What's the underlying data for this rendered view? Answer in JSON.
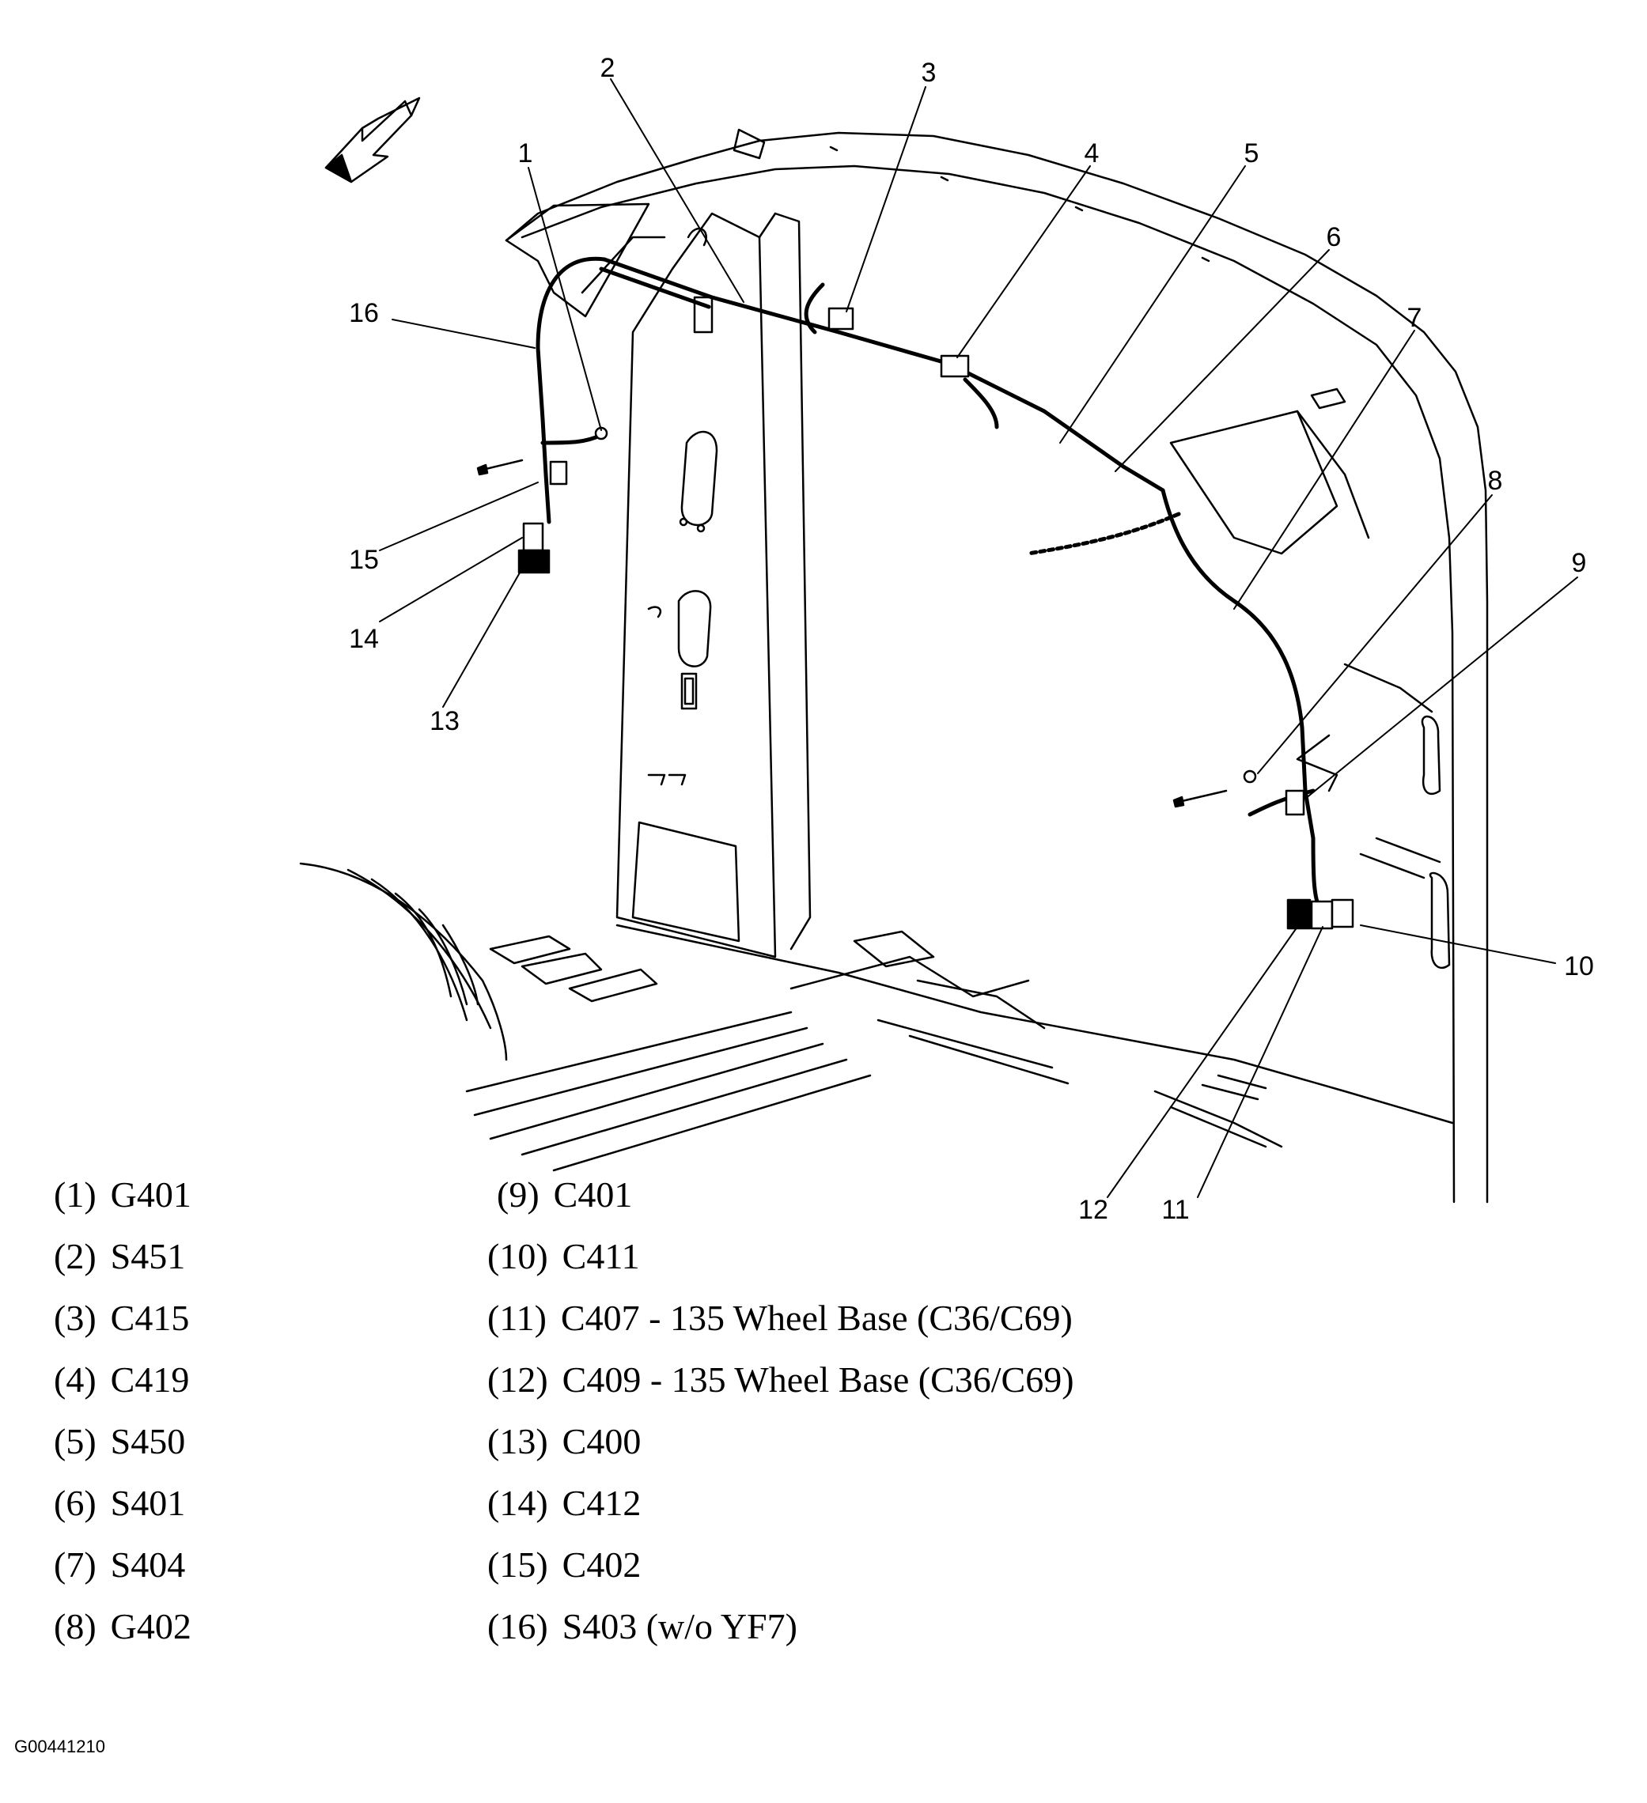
{
  "callouts": [
    "1",
    "2",
    "3",
    "4",
    "5",
    "6",
    "7",
    "8",
    "9",
    "10",
    "11",
    "12",
    "13",
    "14",
    "15",
    "16"
  ],
  "legend": [
    {
      "num": "(1)",
      "code": "G401"
    },
    {
      "num": "(2)",
      "code": "S451"
    },
    {
      "num": "(3)",
      "code": "C415"
    },
    {
      "num": "(4)",
      "code": "C419"
    },
    {
      "num": "(5)",
      "code": "S450"
    },
    {
      "num": "(6)",
      "code": "S401"
    },
    {
      "num": "(7)",
      "code": "S404"
    },
    {
      "num": "(8)",
      "code": "G402"
    },
    {
      "num": "(9)",
      "code": "C401"
    },
    {
      "num": "(10)",
      "code": "C411"
    },
    {
      "num": "(11)",
      "code": "C407 - 135 Wheel Base (C36/C69)"
    },
    {
      "num": "(12)",
      "code": "C409 - 135 Wheel Base (C36/C69)"
    },
    {
      "num": "(13)",
      "code": "C400"
    },
    {
      "num": "(14)",
      "code": "C412"
    },
    {
      "num": "(15)",
      "code": "C402"
    },
    {
      "num": "(16)",
      "code": "S403 (w/o YF7)"
    }
  ],
  "figure_id": "G00441210",
  "colors": {
    "ink": "#000000",
    "background": "#ffffff"
  }
}
